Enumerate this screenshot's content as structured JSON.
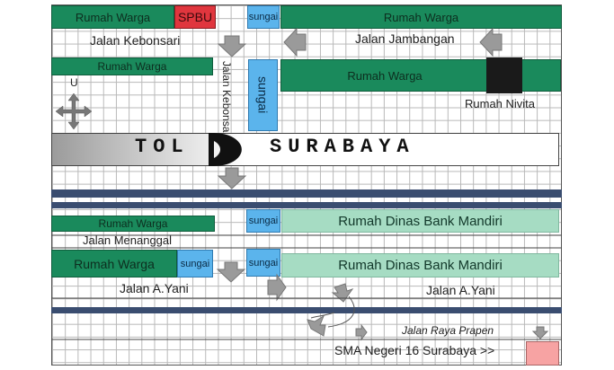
{
  "blocks": {
    "rumah_warga_1": "Rumah Warga",
    "spbu": "SPBU",
    "sungai_1": "sungai",
    "rumah_warga_2": "Rumah Warga",
    "rumah_warga_3": "Rumah Warga",
    "sungai_vertical": "sungai",
    "rumah_warga_4": "Rumah Warga",
    "rumah_warga_5": "Rumah Warga",
    "sungai_2": "sungai",
    "rumah_dinas_1": "Rumah Dinas Bank Mandiri",
    "rumah_warga_6": "Rumah Warga",
    "sungai_3": "sungai",
    "sungai_4": "sungai",
    "rumah_dinas_2": "Rumah Dinas Bank Mandiri"
  },
  "roads": {
    "jalan_kebonsari": "Jalan Kebonsari",
    "jalan_jambangan": "Jalan Jambangan",
    "jalan_kebonsari_vertical": "Jalan Kebonsari",
    "jalan_menanggal": "Jalan Menanggal",
    "jalan_a_yani_left": "Jalan A.Yani",
    "jalan_a_yani_right": "Jalan A.Yani",
    "jalan_raya_prapen": "Jalan Raya Prapen"
  },
  "landmarks": {
    "rumah_nivita": "Rumah Nivita",
    "toll_left": "TOL",
    "toll_right": "SURABAYA",
    "destination": "SMA Negeri 16 Surabaya >>"
  },
  "compass": {
    "north_label": "U"
  },
  "colors": {
    "house": "#1a8a5c",
    "river": "#5bb4ec",
    "bank": "#a6dcc3",
    "spbu": "#e0363e",
    "destination": "#f7a3a3",
    "toll_road": "#3a4d70"
  }
}
